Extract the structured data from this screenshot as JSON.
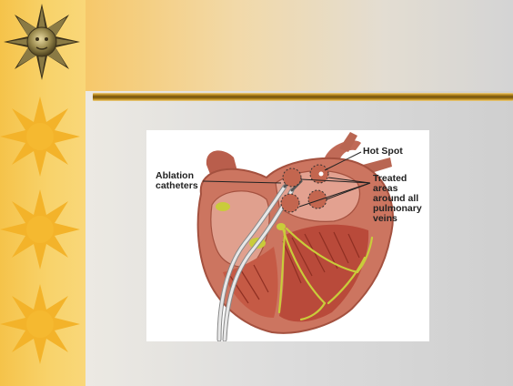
{
  "labels": {
    "ablation_catheters": "Ablation\ncatheters",
    "hot_spot": "Hot Spot",
    "treated_areas": "Treated\nareas\naround all\npulmonary\nveins"
  },
  "colors": {
    "sidebar": "#f7cd5c",
    "sun": "#f5b62a",
    "rule": "#9a6f12",
    "heart": "#c9705a",
    "conduction": "#c9cc3a"
  },
  "icons": [
    "sun-medallion-icon",
    "sun-icon"
  ]
}
